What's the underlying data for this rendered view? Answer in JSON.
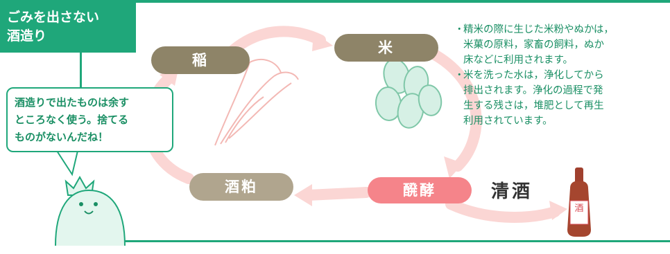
{
  "title": "ごみを出さない\n酒造り",
  "speech_bubble": "酒造りで出たものは余す\nところなく使う。捨てる\nものがないんだね！",
  "cycle": {
    "ine": "稲",
    "kome": "米",
    "hakko": "醗酵",
    "kasu": "酒粕"
  },
  "product": "清酒",
  "bottle_label": "酒",
  "notes": [
    "精米の際に生じた米粉やぬかは，\n米菓の原料，家畜の飼料，ぬか\n床などに利用されます。",
    "米を洗った水は，浄化してから\n排出されます。浄化の過程で発\n生する残さは，堆肥として再生\n利用されています。"
  ],
  "colors": {
    "brand_green": "#1fa77a",
    "text_green": "#1a8f64",
    "pill_brown": "#8e8468",
    "pill_light": "#b0a58e",
    "pill_pink": "#f5848a",
    "arrow_pink": "#fbd6d4",
    "mascot_fill": "#e3f6ee"
  }
}
